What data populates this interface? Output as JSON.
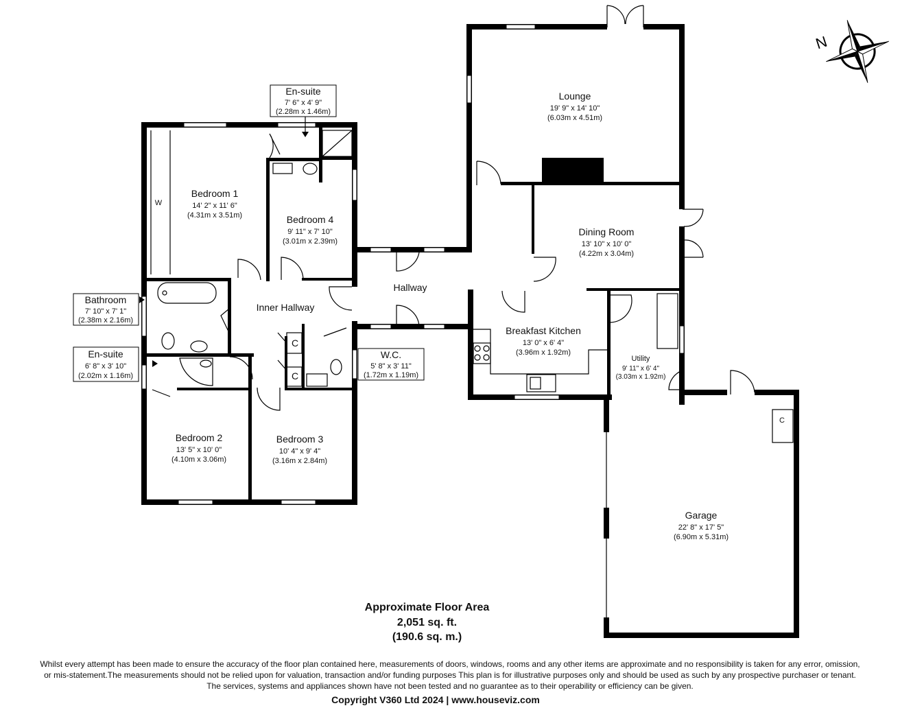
{
  "rooms": {
    "lounge": {
      "name": "Lounge",
      "imperial": "19' 9\" x 14' 10\"",
      "metric": "(6.03m x 4.51m)"
    },
    "dining": {
      "name": "Dining Room",
      "imperial": "13' 10\" x 10' 0\"",
      "metric": "(4.22m x 3.04m)"
    },
    "bedroom1": {
      "name": "Bedroom 1",
      "imperial": "14' 2\" x 11' 6\"",
      "metric": "(4.31m x 3.51m)"
    },
    "bedroom4": {
      "name": "Bedroom 4",
      "imperial": "9' 11\" x 7' 10\"",
      "metric": "(3.01m x 2.39m)"
    },
    "ensuite1": {
      "name": "En-suite",
      "imperial": "7' 6\" x 4' 9\"",
      "metric": "(2.28m x 1.46m)"
    },
    "bathroom": {
      "name": "Bathroom",
      "imperial": "7' 10\" x 7' 1\"",
      "metric": "(2.38m x 2.16m)"
    },
    "ensuite2": {
      "name": "En-suite",
      "imperial": "6' 8\" x 3' 10\"",
      "metric": "(2.02m x 1.16m)"
    },
    "inner_hallway": {
      "name": "Inner Hallway"
    },
    "hallway": {
      "name": "Hallway"
    },
    "wc": {
      "name": "W.C.",
      "imperial": "5' 8\" x 3' 11\"",
      "metric": "(1.72m x 1.19m)"
    },
    "kitchen": {
      "name": "Breakfast Kitchen",
      "imperial": "13' 0\" x 6' 4\"",
      "metric": "(3.96m x 1.92m)"
    },
    "utility": {
      "name": "Utility",
      "imperial": "9' 11\" x 6' 4\"",
      "metric": "(3.03m x 1.92m)"
    },
    "bedroom2": {
      "name": "Bedroom 2",
      "imperial": "13' 5\" x 10' 0\"",
      "metric": "(4.10m x 3.06m)"
    },
    "bedroom3": {
      "name": "Bedroom 3",
      "imperial": "10' 4\" x 9' 4\"",
      "metric": "(3.16m x 2.84m)"
    },
    "garage": {
      "name": "Garage",
      "imperial": "22' 8\" x 17' 5\"",
      "metric": "(6.90m x 5.31m)"
    }
  },
  "marks": {
    "wardrobe": "W",
    "cupboard": "C"
  },
  "compass": {
    "north_letter": "N"
  },
  "floor_area": {
    "title": "Approximate Floor Area",
    "sqft": "2,051 sq. ft.",
    "sqm": "(190.6 sq. m.)"
  },
  "disclaimer": [
    "Whilst every attempt has been made to ensure the accuracy of the floor plan contained here, measurements of doors, windows, rooms and any other items are approximate and no responsibility is taken for any error, omission,",
    "or mis-statement.The measurements should not be relied upon for valuation, transaction and/or funding purposes This plan is for illustrative purposes only and should be used as such by any prospective purchaser or tenant.",
    "The services, systems and appliances shown have not been tested and no guarantee as to their operability or efficiency can be given."
  ],
  "copyright": "Copyright V360 Ltd 2024 | www.houseviz.com"
}
